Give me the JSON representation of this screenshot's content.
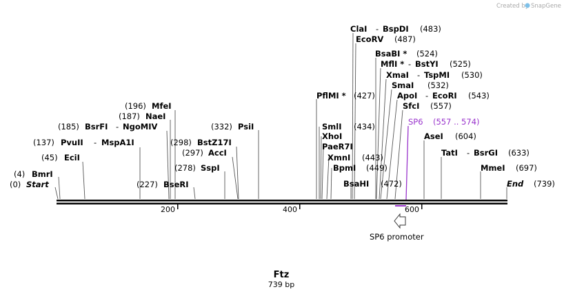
{
  "branding": {
    "created_by": "Created by",
    "app_name": "SnapGene"
  },
  "sequence": {
    "name": "Ftz",
    "length_label": "739 bp",
    "start_label": "Start",
    "end_label": "End",
    "length": 739
  },
  "ruler_ticks": [
    "200",
    "400",
    "600"
  ],
  "sites": [
    {
      "id": "start",
      "pos": 0,
      "pos_label": "(0)",
      "names": [
        "Start"
      ],
      "italic": true
    },
    {
      "id": "bmri",
      "pos": 4,
      "pos_label": "(4)",
      "names": [
        "BmrI"
      ]
    },
    {
      "id": "ecii",
      "pos": 45,
      "pos_label": "(45)",
      "names": [
        "EciI"
      ]
    },
    {
      "id": "pvuii",
      "pos": 137,
      "pos_label": "(137)",
      "names": [
        "PvuII",
        "MspA1I"
      ]
    },
    {
      "id": "bsrfi",
      "pos": 185,
      "pos_label": "(185)",
      "names": [
        "BsrFI",
        "NgoMIV"
      ]
    },
    {
      "id": "naei",
      "pos": 187,
      "pos_label": "(187)",
      "names": [
        "NaeI"
      ]
    },
    {
      "id": "mfei",
      "pos": 196,
      "pos_label": "(196)",
      "names": [
        "MfeI"
      ]
    },
    {
      "id": "bseri",
      "pos": 227,
      "pos_label": "(227)",
      "names": [
        "BseRI"
      ]
    },
    {
      "id": "sspi",
      "pos": 278,
      "pos_label": "(278)",
      "names": [
        "SspI"
      ]
    },
    {
      "id": "acci",
      "pos": 297,
      "pos_label": "(297)",
      "names": [
        "AccI"
      ]
    },
    {
      "id": "bstz17i",
      "pos": 298,
      "pos_label": "(298)",
      "names": [
        "BstZ17I"
      ]
    },
    {
      "id": "psii",
      "pos": 332,
      "pos_label": "(332)",
      "names": [
        "PsiI"
      ]
    },
    {
      "id": "pflmi",
      "pos": 427,
      "pos_label": "(427)",
      "names": [
        "PflMI *"
      ]
    },
    {
      "id": "smli",
      "pos": 434,
      "pos_label": "(434)",
      "names": [
        "SmlI"
      ]
    },
    {
      "id": "xhoi",
      "pos": 434,
      "pos_label": "",
      "names": [
        "XhoI"
      ]
    },
    {
      "id": "paer7i",
      "pos": 434,
      "pos_label": "",
      "names": [
        "PaeR7I"
      ]
    },
    {
      "id": "xmni",
      "pos": 443,
      "pos_label": "(443)",
      "names": [
        "XmnI"
      ]
    },
    {
      "id": "bpmi",
      "pos": 449,
      "pos_label": "(449)",
      "names": [
        "BpmI"
      ]
    },
    {
      "id": "bsahi",
      "pos": 472,
      "pos_label": "(472)",
      "names": [
        "BsaHI"
      ]
    },
    {
      "id": "clai",
      "pos": 483,
      "pos_label": "(483)",
      "names": [
        "ClaI",
        "BspDI"
      ]
    },
    {
      "id": "ecorv",
      "pos": 487,
      "pos_label": "(487)",
      "names": [
        "EcoRV"
      ]
    },
    {
      "id": "bsabi",
      "pos": 524,
      "pos_label": "(524)",
      "names": [
        "BsaBI *"
      ]
    },
    {
      "id": "mfli",
      "pos": 525,
      "pos_label": "(525)",
      "names": [
        "MflI *",
        "BstYI"
      ]
    },
    {
      "id": "xmai",
      "pos": 530,
      "pos_label": "(530)",
      "names": [
        "XmaI",
        "TspMI"
      ]
    },
    {
      "id": "smai",
      "pos": 532,
      "pos_label": "(532)",
      "names": [
        "SmaI"
      ]
    },
    {
      "id": "apoi",
      "pos": 543,
      "pos_label": "(543)",
      "names": [
        "ApoI",
        "EcoRI"
      ]
    },
    {
      "id": "sfci",
      "pos": 557,
      "pos_label": "(557)",
      "names": [
        "SfcI"
      ]
    },
    {
      "id": "asei",
      "pos": 604,
      "pos_label": "(604)",
      "names": [
        "AseI"
      ]
    },
    {
      "id": "tati",
      "pos": 633,
      "pos_label": "(633)",
      "names": [
        "TatI",
        "BsrGI"
      ]
    },
    {
      "id": "mmei",
      "pos": 697,
      "pos_label": "(697)",
      "names": [
        "MmeI"
      ]
    },
    {
      "id": "end",
      "pos": 739,
      "pos_label": "(739)",
      "names": [
        "End"
      ],
      "italic": true
    }
  ],
  "primer": {
    "name": "SP6",
    "range_label": "(557 .. 574)",
    "color": "#9933cc"
  },
  "feature": {
    "name": "SP6 promoter",
    "direction": "reverse"
  },
  "colors": {
    "backbone": "#000000",
    "connector": "#555555",
    "primer": "#9933cc",
    "feature_outline": "#333333"
  }
}
